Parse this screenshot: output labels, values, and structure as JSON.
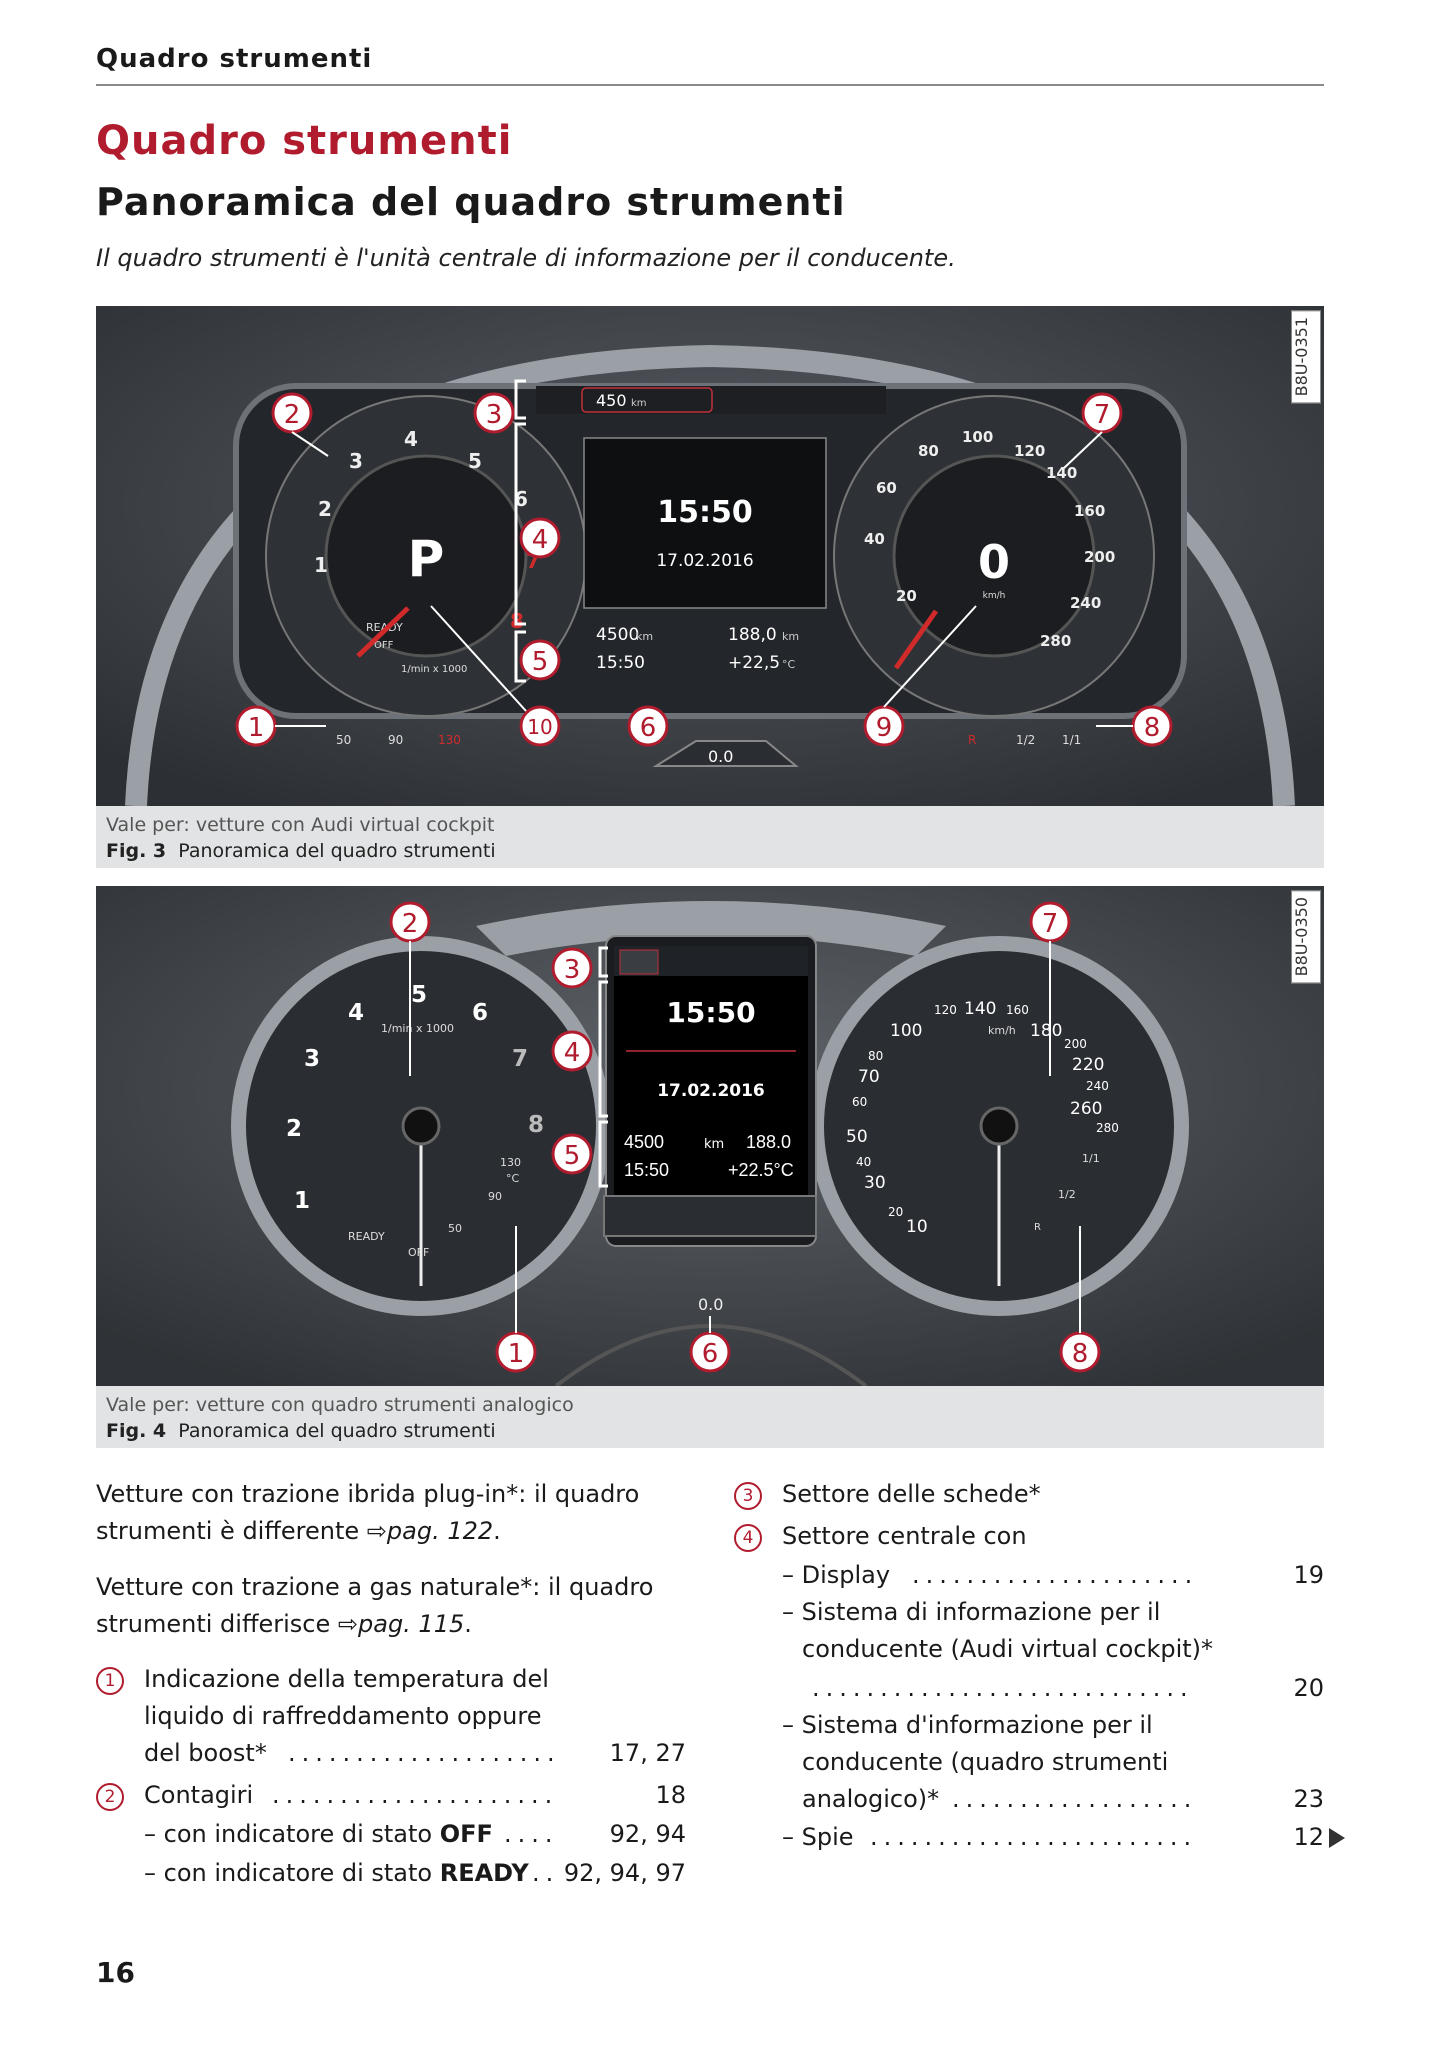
{
  "header": {
    "running_title": "Quadro strumenti"
  },
  "section": {
    "title": "Quadro strumenti",
    "subtitle": "Panoramica del quadro strumenti",
    "intro": "Il quadro strumenti è l'unità centrale di informazione per il conducente."
  },
  "figure3": {
    "code": "B8U-0351",
    "valid_for": "Vale per: vetture con Audi virtual cockpit",
    "fig_label": "Fig. 3",
    "fig_title": "Panoramica del quadro strumenti",
    "callouts": [
      "1",
      "2",
      "3",
      "4",
      "5",
      "6",
      "7",
      "8",
      "9",
      "10"
    ],
    "rpm_labels": [
      "1",
      "2",
      "3",
      "4",
      "5",
      "6",
      "7",
      "8"
    ],
    "gear": "P",
    "ready": "READY",
    "off": "OFF",
    "rpm_unit": "1/min x 1000",
    "range": "450",
    "range_unit": "km",
    "clock": "15:50",
    "date": "17.02.2016",
    "odo": "4500",
    "odo_unit": "km",
    "trip": "188,0",
    "trip_unit": "km",
    "time2": "15:50",
    "temp": "+22,5",
    "temp_unit": "°C",
    "speed": "0",
    "speed_unit": "km/h",
    "speed_labels": [
      "20",
      "40",
      "60",
      "80",
      "100",
      "120",
      "140",
      "160",
      "200",
      "240",
      "280"
    ],
    "coolant_labels": [
      "50",
      "90",
      "130"
    ],
    "fuel_labels": [
      "R",
      "1/2",
      "1/1"
    ],
    "bottom_value": "0.0"
  },
  "figure4": {
    "code": "B8U-0350",
    "valid_for": "Vale per: vetture con quadro strumenti analogico",
    "fig_label": "Fig. 4",
    "fig_title": "Panoramica del quadro strumenti",
    "callouts": [
      "1",
      "2",
      "3",
      "4",
      "5",
      "6",
      "7",
      "8"
    ],
    "rpm_labels": [
      "1",
      "2",
      "3",
      "4",
      "5",
      "6",
      "7",
      "8"
    ],
    "rpm_unit": "1/min x 1000",
    "ready": "READY",
    "off": "OFF",
    "coolant_labels": [
      "50",
      "90",
      "130",
      "°C"
    ],
    "clock": "15:50",
    "date": "17.02.2016",
    "odo": "4500",
    "odo_unit": "km",
    "trip": "188.0",
    "time2": "15:50",
    "temp": "+22.5°C",
    "speed_unit": "km/h",
    "speed_labels": [
      "10",
      "20",
      "30",
      "40",
      "50",
      "60",
      "70",
      "80",
      "100",
      "120",
      "140",
      "160",
      "180",
      "200",
      "220",
      "240",
      "260",
      "280"
    ],
    "fuel_labels": [
      "R",
      "1/2",
      "1/1"
    ],
    "bottom_value": "0.0"
  },
  "left_column": {
    "p1_a": "Vetture con trazione ibrida plug-in*: il quadro",
    "p1_b": "strumenti è differente ",
    "p1_ref": "pag. 122",
    "p2_a": "Vetture con trazione a gas naturale*: il quadro",
    "p2_b": "strumenti differisce ",
    "p2_ref": "pag. 115",
    "item1_num": "1",
    "item1_l1": "Indicazione della temperatura del",
    "item1_l2": "liquido di raffreddamento oppure",
    "item1_l3": "del boost*",
    "item1_page": "17, 27",
    "item2_num": "2",
    "item2_label": "Contagiri",
    "item2_page": "18",
    "item2a_pre": "– con indicatore di stato ",
    "item2a_bold": "OFF",
    "item2a_page": "92, 94",
    "item2b_pre": "– con indicatore di stato ",
    "item2b_bold": "READY",
    "item2b_page": "92, 94, 97"
  },
  "right_column": {
    "item3_num": "3",
    "item3_label": "Settore delle schede*",
    "item4_num": "4",
    "item4_label": "Settore centrale con",
    "sub1": "– Display",
    "sub1_page": "19",
    "sub2_l1": "– Sistema di informazione per il",
    "sub2_l2": "conducente (Audi virtual cockpit)*",
    "sub2_page": "20",
    "sub3_l1": "– Sistema d'informazione per il",
    "sub3_l2": "conducente (quadro strumenti",
    "sub3_l3": "analogico)*",
    "sub3_page": "23",
    "sub4": "– Spie",
    "sub4_page": "12"
  },
  "footer": {
    "page_number": "16"
  }
}
